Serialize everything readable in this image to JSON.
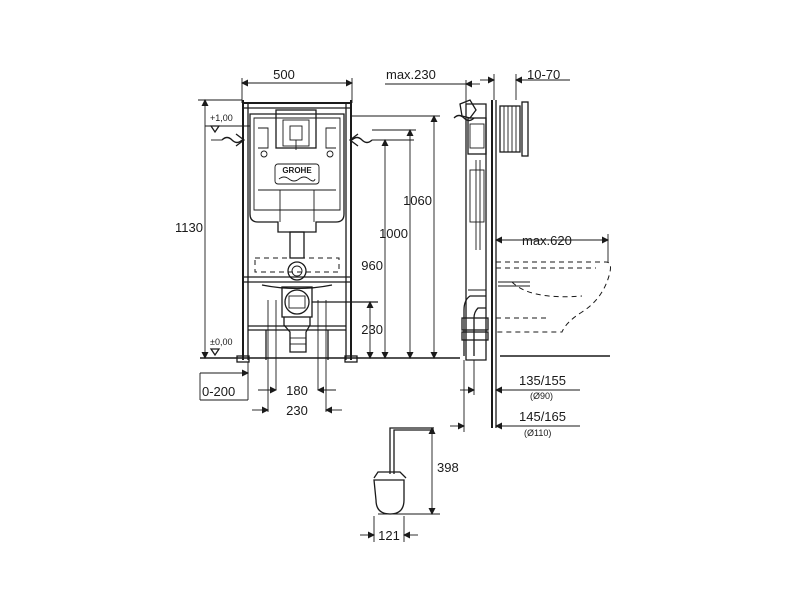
{
  "brand": {
    "logo_text": "GROHE"
  },
  "front_view": {
    "level_top": "+1,00",
    "level_floor": "±0,00",
    "dims": {
      "width": "500",
      "height_total": "1130",
      "height_1060": "1060",
      "height_1000": "1000",
      "height_960": "960",
      "height_230": "230",
      "offset_0_200": "0-200",
      "spacing_180": "180",
      "spacing_230": "230"
    }
  },
  "side_view": {
    "dims": {
      "max_230": "max.230",
      "range_10_70": "10-70",
      "max_620": "max.620",
      "d135_155": "135/155",
      "d90": "(Ø90)",
      "d145_165": "145/165",
      "d110": "(Ø110)"
    }
  },
  "brush": {
    "dims": {
      "height_398": "398",
      "width_121": "121"
    }
  }
}
